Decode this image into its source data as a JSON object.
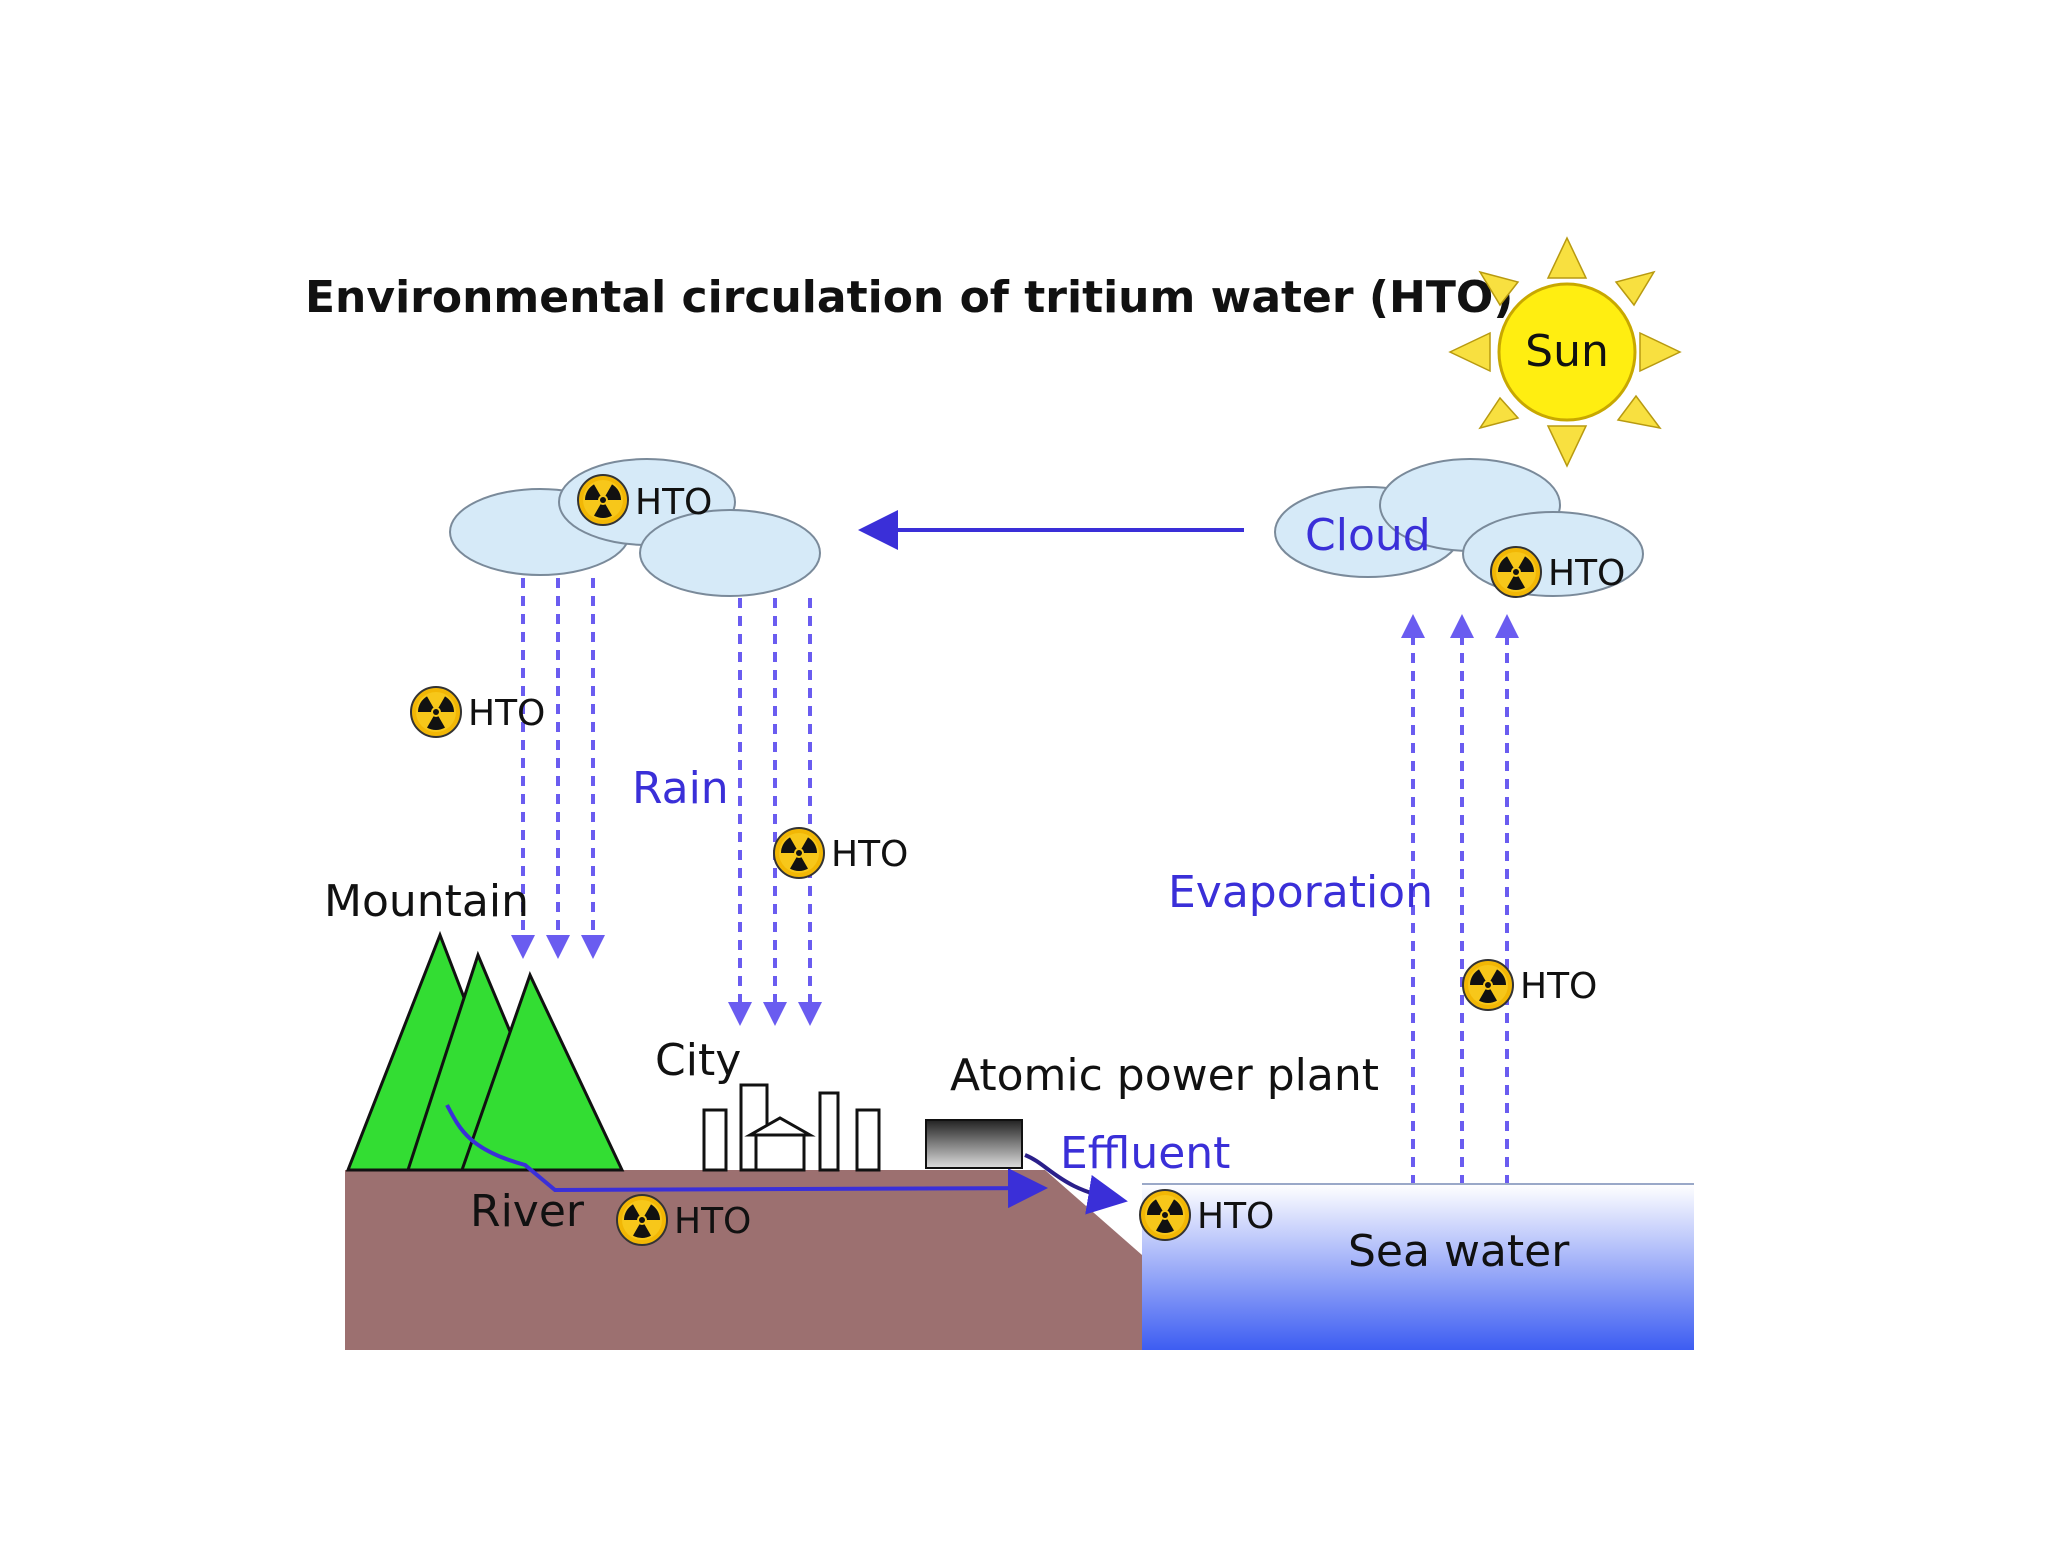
{
  "title": "Environmental circulation of tritium water (HTO)",
  "labels": {
    "sun": "Sun",
    "cloud": "Cloud",
    "rain": "Rain",
    "evaporation": "Evaporation",
    "mountain": "Mountain",
    "city": "City",
    "atomic_power_plant": "Atomic power plant",
    "effluent": "Effluent",
    "river": "River",
    "sea_water": "Sea water"
  },
  "hto_label": "HTO",
  "hto_markers": [
    {
      "id": "cloud-left",
      "text": "HTO"
    },
    {
      "id": "cloud-right",
      "text": "HTO"
    },
    {
      "id": "rain-left",
      "text": "HTO"
    },
    {
      "id": "rain-middle",
      "text": "HTO"
    },
    {
      "id": "evaporation",
      "text": "HTO"
    },
    {
      "id": "river",
      "text": "HTO"
    },
    {
      "id": "sea",
      "text": "HTO"
    }
  ],
  "colors": {
    "blue_arrow": "#3a2fd8",
    "dashed_arrow": "#6a5cf0",
    "cloud_fill": "#d6eaf8",
    "mountain_fill": "#33dd33",
    "ground_fill": "#9c7070",
    "sea_top": "#ffffff",
    "sea_bottom": "#3d5df2",
    "sun_fill": "#ffee11",
    "sun_rays": "#f8e040"
  }
}
